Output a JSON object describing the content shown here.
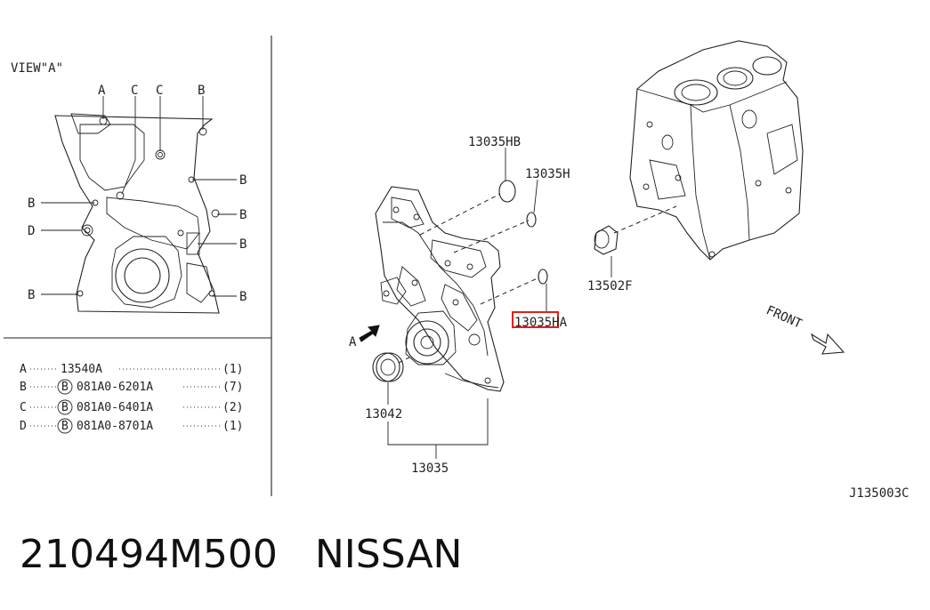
{
  "view_label": "VIEW\"A\"",
  "view_callouts": {
    "a1": "A",
    "c1": "C",
    "c2": "C",
    "b_top": "B",
    "b_r1": "B",
    "b_r2": "B",
    "b_r3": "B",
    "b_r4": "B",
    "b_l1": "B",
    "b_l2": "B",
    "d1": "D"
  },
  "legend": [
    {
      "key": "A",
      "part": "13540A",
      "bolt": false,
      "qty": "(1)"
    },
    {
      "key": "B",
      "part": "081A0-6201A",
      "bolt": true,
      "qty": "(7)"
    },
    {
      "key": "C",
      "part": "081A0-6401A",
      "bolt": true,
      "qty": "(2)"
    },
    {
      "key": "D",
      "part": "081A0-8701A",
      "bolt": true,
      "qty": "(1)"
    }
  ],
  "bolt_symbol": "B",
  "parts": {
    "p13035HB": "13035HB",
    "p13035H": "13035H",
    "p13035HA": "13035HA",
    "p13502F": "13502F",
    "p13042": "13042",
    "p13035": "13035",
    "arrow_a": "A",
    "front": "FRONT"
  },
  "diagram_id": "J135003C",
  "footer": {
    "part_number": "210494M500",
    "brand": "NISSAN"
  },
  "colors": {
    "highlight": "#e0201c",
    "ink": "#222222"
  }
}
